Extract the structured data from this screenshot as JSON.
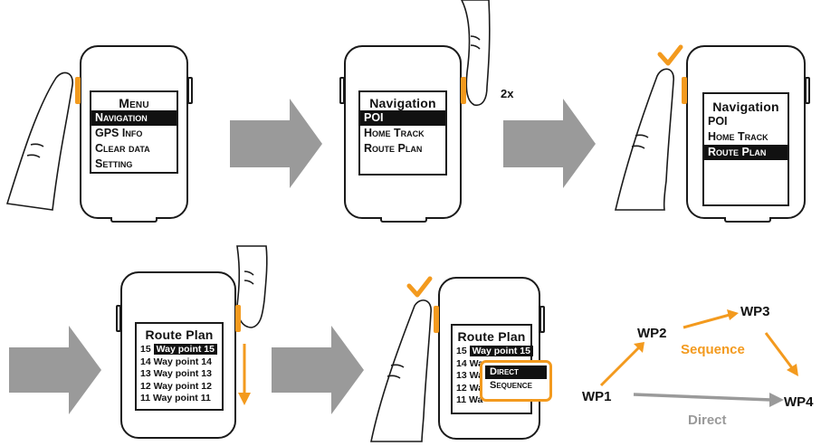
{
  "colors": {
    "accent": "#f39a1e",
    "arrow_gray": "#9a9a9a",
    "ink": "#111111"
  },
  "step1": {
    "title": "Menu",
    "items": [
      "Navigation",
      "GPS Info",
      "Clear data",
      "Setting"
    ],
    "selected": 0
  },
  "step2": {
    "title": "Navigation",
    "items": [
      "POI",
      "Home Track",
      "Route Plan"
    ],
    "selected": 0,
    "press_label": "2x"
  },
  "step3": {
    "title": "Navigation",
    "items": [
      "POI",
      "Home Track",
      "Route Plan"
    ],
    "selected": 2
  },
  "step4": {
    "title": "Route Plan",
    "rows": [
      {
        "num": "15",
        "name": "Way point 15"
      },
      {
        "num": "14",
        "name": "Way point 14"
      },
      {
        "num": "13",
        "name": "Way point 13"
      },
      {
        "num": "12",
        "name": "Way point 12"
      },
      {
        "num": "11",
        "name": "Way point 11"
      }
    ],
    "selected": 0
  },
  "step5": {
    "title": "Route Plan",
    "rows": [
      {
        "num": "15",
        "name": "Way point 15"
      },
      {
        "num": "14",
        "name": "Wa"
      },
      {
        "num": "13",
        "name": "Wa"
      },
      {
        "num": "12",
        "name": "Wa"
      },
      {
        "num": "11",
        "name": "Wa"
      }
    ],
    "popup": [
      "Direct",
      "Sequence"
    ],
    "popup_selected": 0
  },
  "route_diagram": {
    "nodes": [
      "WP1",
      "WP2",
      "WP3",
      "WP4"
    ],
    "sequence_label": "Sequence",
    "direct_label": "Direct"
  },
  "icons": [
    "finger-icon",
    "checkmark-icon",
    "arrow-right-icon",
    "arrow-down-icon"
  ]
}
